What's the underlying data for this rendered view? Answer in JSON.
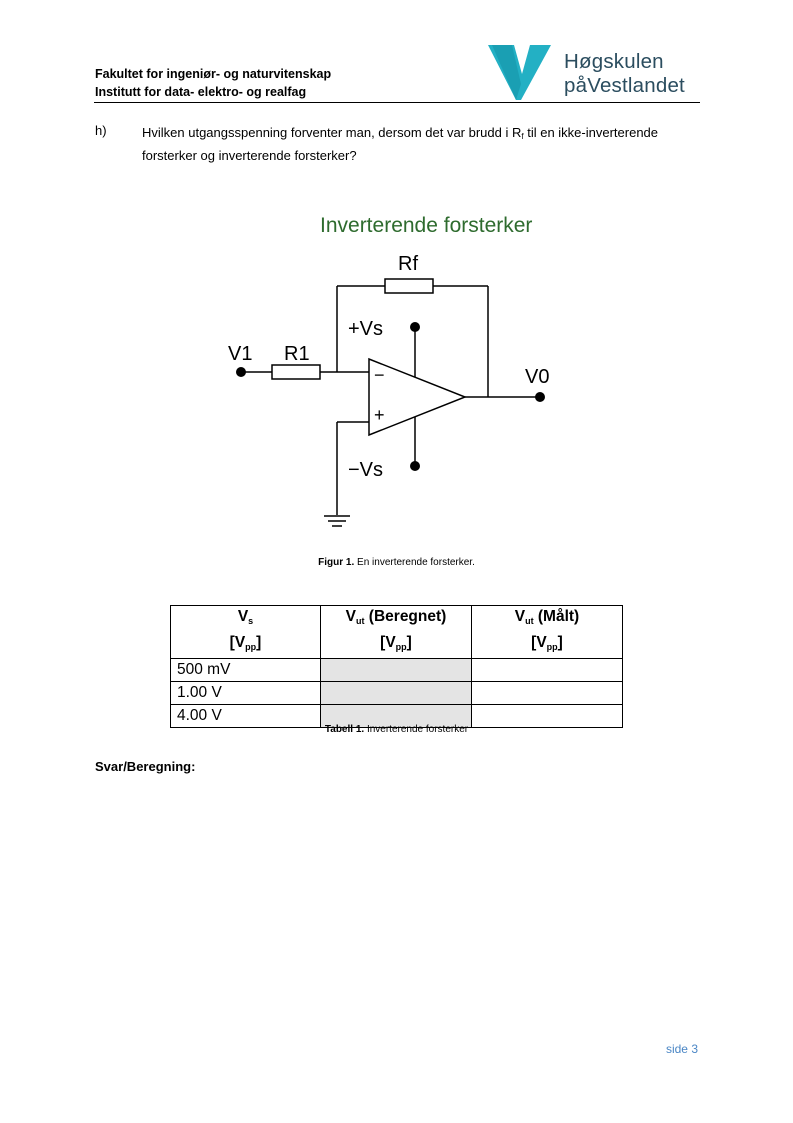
{
  "header": {
    "faculty": "Fakultet for ingeniør- og naturvitenskap",
    "institute": "Institutt for data- elektro- og realfag",
    "logo_line1": "Høgskulen",
    "logo_line2": "påVestlandet",
    "logo_color": "#23b0c4"
  },
  "question": {
    "label": "h)",
    "text_before": "Hvilken utgangsspenning forventer man, dersom det var brudd i R",
    "text_sub": "f",
    "text_after": " til en ikke-inverterende forsterker og inverterende forsterker?"
  },
  "figure": {
    "title": "Inverterende forsterker",
    "title_color": "#2e6b2e",
    "labels": {
      "rf": "Rf",
      "r1": "R1",
      "v1": "V1",
      "vout": "V0",
      "vs_pos": "+Vs",
      "vs_neg": "−Vs",
      "inv_input": "−",
      "noninv_input": "+"
    },
    "caption_bold": "Figur 1.",
    "caption_text": " En inverterende forsterker."
  },
  "table": {
    "headers": [
      {
        "main": "V",
        "sub": "s",
        "rest": "",
        "unit_pre": "[V",
        "unit_sub": "pp",
        "unit_post": "]"
      },
      {
        "main": "V",
        "sub": "ut",
        "rest": " (Beregnet)",
        "unit_pre": "[V",
        "unit_sub": "pp",
        "unit_post": "]"
      },
      {
        "main": "V",
        "sub": "ut",
        "rest": " (Målt)",
        "unit_pre": "[V",
        "unit_sub": "pp",
        "unit_post": "]"
      }
    ],
    "rows": [
      [
        "500 mV",
        "",
        ""
      ],
      [
        "1.00 V",
        "",
        ""
      ],
      [
        "4.00 V",
        "",
        ""
      ]
    ],
    "caption_bold": "Tabell 1.",
    "caption_text": " Inverterende forsterker"
  },
  "answer_label": "Svar/Beregning:",
  "footer": {
    "page": "side 3"
  }
}
